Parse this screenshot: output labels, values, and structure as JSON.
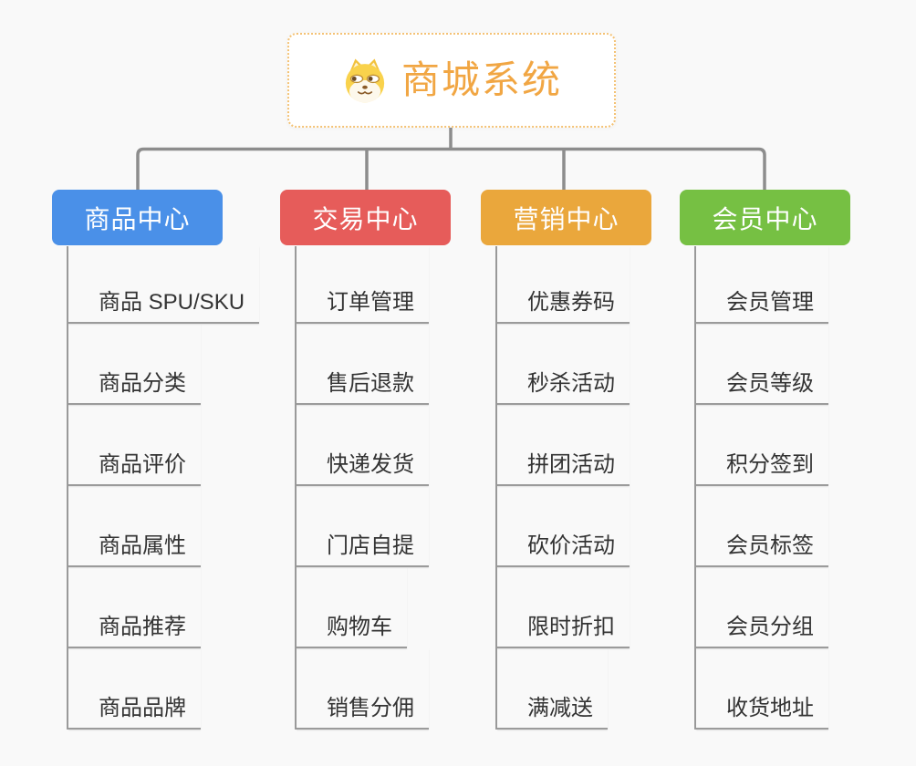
{
  "root": {
    "title": "商城系统",
    "icon": "dog-face-icon",
    "title_color": "#f1a643",
    "border_color": "#f4c275"
  },
  "connectors": {
    "color": "#8d8d8d",
    "item_line_color": "#9b9b9b"
  },
  "background_color": "#f9f9f9",
  "branches": [
    {
      "label": "商品中心",
      "color": "#4a90e8",
      "items": [
        "商品 SPU/SKU",
        "商品分类",
        "商品评价",
        "商品属性",
        "商品推荐",
        "商品品牌"
      ]
    },
    {
      "label": "交易中心",
      "color": "#e65c5a",
      "items": [
        "订单管理",
        "售后退款",
        "快递发货",
        "门店自提",
        "购物车",
        "销售分佣"
      ]
    },
    {
      "label": "营销中心",
      "color": "#eaa73c",
      "items": [
        "优惠券码",
        "秒杀活动",
        "拼团活动",
        "砍价活动",
        "限时折扣",
        "满减送"
      ]
    },
    {
      "label": "会员中心",
      "color": "#76c043",
      "items": [
        "会员管理",
        "会员等级",
        "积分签到",
        "会员标签",
        "会员分组",
        "收货地址"
      ]
    }
  ]
}
